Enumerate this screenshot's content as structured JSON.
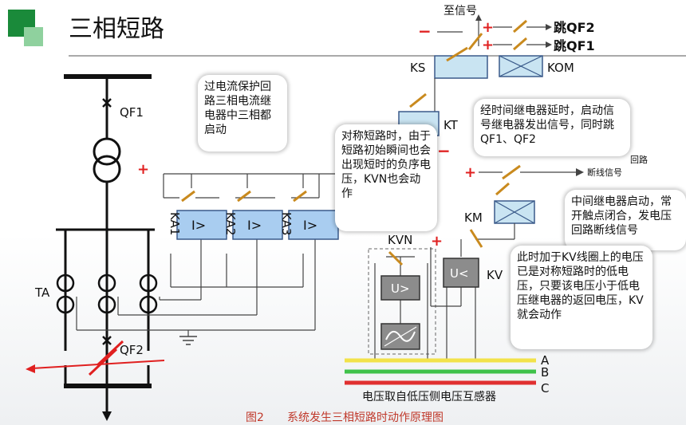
{
  "slide": {
    "title": "三相短路",
    "caption_fig": "图2",
    "caption_text": "系统发生三相短路时动作原理图",
    "pt_source": "电压取自低压侧电压互感器",
    "accent_dark": "#1a8a3a",
    "accent_light": "#8fd19e"
  },
  "labels": {
    "qf1": "QF1",
    "qf2": "QF2",
    "ta": "TA",
    "ka1": "KA1",
    "ka2": "KA2",
    "ka3": "KA3",
    "relay_sym": "I>",
    "ks": "KS",
    "kom": "KOM",
    "kt": "KT",
    "km": "KM",
    "kvn": "KVN",
    "kv": "KV",
    "u_over": "U>",
    "u_under": "U<",
    "to_signal": "至信号",
    "trip_qf2": "跳QF2",
    "trip_qf1": "跳QF1",
    "circuit": "回路",
    "break_signal": "断线信号",
    "phase_a": "A",
    "phase_b": "B",
    "phase_c": "C",
    "plus": "+",
    "minus": "−"
  },
  "bubbles": {
    "b1": "过电流保护回路三相电流继电器中三相都启动",
    "b2": "对称短路时，由于短路初始瞬间也会出现短时的负序电压，KVN也会动作",
    "b3": "经时间继电器延时，启动信号继电器发出信号，同时跳QF1、QF2",
    "b4": "中间继电器启动，常开触点闭合，发电压回路断线信号",
    "b5": "此时加于KV线圈上的电压已是对称短路时的低电压，只要该电压小于低电压继电器的返回电压，KV就会动作"
  },
  "colors": {
    "relay_blue": "#a9cdf0",
    "relay_cyan": "#c9e4f2",
    "gray_box": "#8c8c8c",
    "red": "#e02020",
    "phase_a": "#f2e24a",
    "phase_b": "#3fc24a",
    "phase_c": "#e03030",
    "contact": "#c98a1e"
  }
}
